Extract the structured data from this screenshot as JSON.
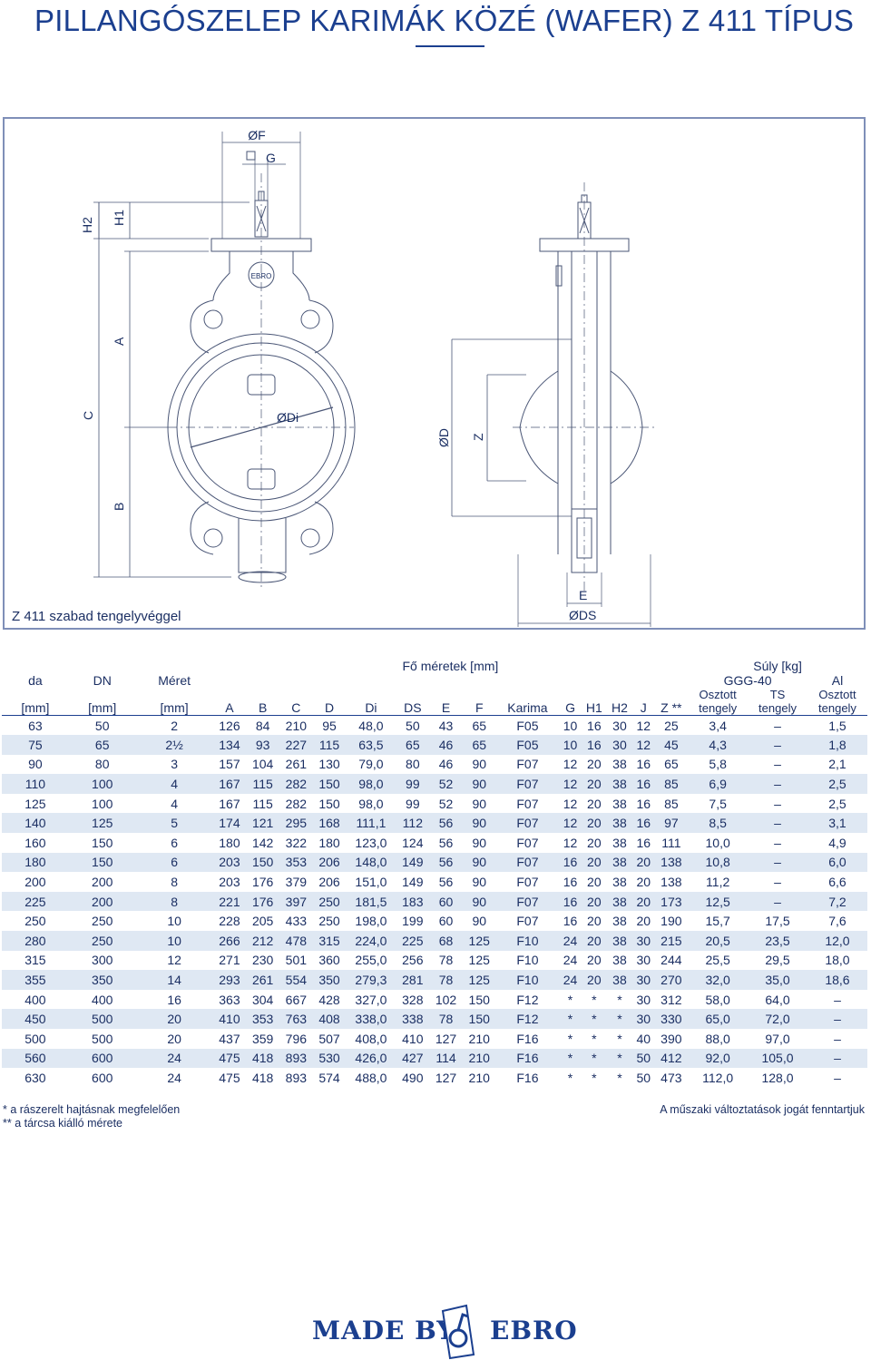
{
  "title": "PILLANGÓSZELEP KARIMÁK KÖZÉ (WAFER) Z 411 TÍPUS",
  "drawing": {
    "caption": "Z 411 szabad tengelyvéggel",
    "labels": {
      "F": "ØF",
      "G": "G",
      "H2": "H2",
      "H1": "H1",
      "A": "A",
      "C": "C",
      "B": "B",
      "Di": "ØDi",
      "D": "ØD",
      "Z": "Z",
      "E": "E",
      "DS": "ØDS",
      "logo": "EBRO"
    }
  },
  "table": {
    "group_main": "Fő méretek [mm]",
    "group_weight": "Súly [kg]",
    "weight_ggg": "GGG-40",
    "weight_al": "Al",
    "weight_sub": [
      "Osztott",
      "TS",
      "Osztott"
    ],
    "weight_units": [
      "tengely",
      "tengely",
      "tengely"
    ],
    "col_da": "da",
    "col_dn": "DN",
    "col_meret": "Méret",
    "unit_mm": "[mm]",
    "columns": [
      "A",
      "B",
      "C",
      "D",
      "Di",
      "DS",
      "E",
      "F",
      "Karima",
      "G",
      "H1",
      "H2",
      "J",
      "Z **"
    ],
    "rows": [
      [
        "63",
        "50",
        "2",
        "126",
        "84",
        "210",
        "95",
        "48,0",
        "50",
        "43",
        "65",
        "F05",
        "10",
        "16",
        "30",
        "12",
        "25",
        "3,4",
        "–",
        "1,5"
      ],
      [
        "75",
        "65",
        "2½",
        "134",
        "93",
        "227",
        "115",
        "63,5",
        "65",
        "46",
        "65",
        "F05",
        "10",
        "16",
        "30",
        "12",
        "45",
        "4,3",
        "–",
        "1,8"
      ],
      [
        "90",
        "80",
        "3",
        "157",
        "104",
        "261",
        "130",
        "79,0",
        "80",
        "46",
        "90",
        "F07",
        "12",
        "20",
        "38",
        "16",
        "65",
        "5,8",
        "–",
        "2,1"
      ],
      [
        "110",
        "100",
        "4",
        "167",
        "115",
        "282",
        "150",
        "98,0",
        "99",
        "52",
        "90",
        "F07",
        "12",
        "20",
        "38",
        "16",
        "85",
        "6,9",
        "–",
        "2,5"
      ],
      [
        "125",
        "100",
        "4",
        "167",
        "115",
        "282",
        "150",
        "98,0",
        "99",
        "52",
        "90",
        "F07",
        "12",
        "20",
        "38",
        "16",
        "85",
        "7,5",
        "–",
        "2,5"
      ],
      [
        "140",
        "125",
        "5",
        "174",
        "121",
        "295",
        "168",
        "111,1",
        "112",
        "56",
        "90",
        "F07",
        "12",
        "20",
        "38",
        "16",
        "97",
        "8,5",
        "–",
        "3,1"
      ],
      [
        "160",
        "150",
        "6",
        "180",
        "142",
        "322",
        "180",
        "123,0",
        "124",
        "56",
        "90",
        "F07",
        "12",
        "20",
        "38",
        "16",
        "111",
        "10,0",
        "–",
        "4,9"
      ],
      [
        "180",
        "150",
        "6",
        "203",
        "150",
        "353",
        "206",
        "148,0",
        "149",
        "56",
        "90",
        "F07",
        "16",
        "20",
        "38",
        "20",
        "138",
        "10,8",
        "–",
        "6,0"
      ],
      [
        "200",
        "200",
        "8",
        "203",
        "176",
        "379",
        "206",
        "151,0",
        "149",
        "56",
        "90",
        "F07",
        "16",
        "20",
        "38",
        "20",
        "138",
        "11,2",
        "–",
        "6,6"
      ],
      [
        "225",
        "200",
        "8",
        "221",
        "176",
        "397",
        "250",
        "181,5",
        "183",
        "60",
        "90",
        "F07",
        "16",
        "20",
        "38",
        "20",
        "173",
        "12,5",
        "–",
        "7,2"
      ],
      [
        "250",
        "250",
        "10",
        "228",
        "205",
        "433",
        "250",
        "198,0",
        "199",
        "60",
        "90",
        "F07",
        "16",
        "20",
        "38",
        "20",
        "190",
        "15,7",
        "17,5",
        "7,6"
      ],
      [
        "280",
        "250",
        "10",
        "266",
        "212",
        "478",
        "315",
        "224,0",
        "225",
        "68",
        "125",
        "F10",
        "24",
        "20",
        "38",
        "30",
        "215",
        "20,5",
        "23,5",
        "12,0"
      ],
      [
        "315",
        "300",
        "12",
        "271",
        "230",
        "501",
        "360",
        "255,0",
        "256",
        "78",
        "125",
        "F10",
        "24",
        "20",
        "38",
        "30",
        "244",
        "25,5",
        "29,5",
        "18,0"
      ],
      [
        "355",
        "350",
        "14",
        "293",
        "261",
        "554",
        "350",
        "279,3",
        "281",
        "78",
        "125",
        "F10",
        "24",
        "20",
        "38",
        "30",
        "270",
        "32,0",
        "35,0",
        "18,6"
      ],
      [
        "400",
        "400",
        "16",
        "363",
        "304",
        "667",
        "428",
        "327,0",
        "328",
        "102",
        "150",
        "F12",
        "*",
        "*",
        "*",
        "30",
        "312",
        "58,0",
        "64,0",
        "–"
      ],
      [
        "450",
        "500",
        "20",
        "410",
        "353",
        "763",
        "408",
        "338,0",
        "338",
        "78",
        "150",
        "F12",
        "*",
        "*",
        "*",
        "30",
        "330",
        "65,0",
        "72,0",
        "–"
      ],
      [
        "500",
        "500",
        "20",
        "437",
        "359",
        "796",
        "507",
        "408,0",
        "410",
        "127",
        "210",
        "F16",
        "*",
        "*",
        "*",
        "40",
        "390",
        "88,0",
        "97,0",
        "–"
      ],
      [
        "560",
        "600",
        "24",
        "475",
        "418",
        "893",
        "530",
        "426,0",
        "427",
        "114",
        "210",
        "F16",
        "*",
        "*",
        "*",
        "50",
        "412",
        "92,0",
        "105,0",
        "–"
      ],
      [
        "630",
        "600",
        "24",
        "475",
        "418",
        "893",
        "574",
        "488,0",
        "490",
        "127",
        "210",
        "F16",
        "*",
        "*",
        "*",
        "50",
        "473",
        "112,0",
        "128,0",
        "–"
      ]
    ]
  },
  "footnotes": {
    "note1": "*   a rászerelt hajtásnak megfelelően",
    "note2": "**  a tárcsa kiálló mérete",
    "right": "A műszaki változtatások jogát fenntartjuk"
  },
  "brand": {
    "made_by": "MADE BY",
    "ebro": "EBRO"
  },
  "colors": {
    "primary": "#1b3f8f",
    "text": "#1b2f63",
    "stripe": "#dfe8f3",
    "line": "#8a96b4"
  }
}
